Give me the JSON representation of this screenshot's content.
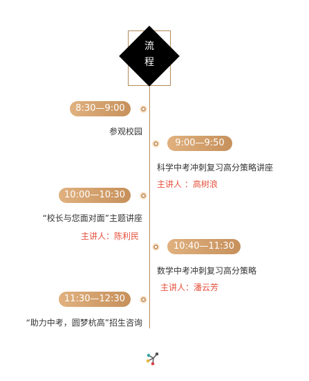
{
  "header": {
    "title_line1": "流",
    "title_line2": "程"
  },
  "schedule": [
    {
      "time": "8:30—9:00",
      "title": "参观校园",
      "speaker": ""
    },
    {
      "time": "9:00—9:50",
      "title": "科学中考冲刺复习高分策略讲座",
      "speaker": "主讲人 ：高树浪"
    },
    {
      "time": "10:00—10:30",
      "title": "“校长与您面对面”主题讲座",
      "speaker": "主讲人：陈利民"
    },
    {
      "time": "10:40—11:30",
      "title": "数学中考冲刺复习高分策略",
      "speaker": "主讲人：潘云芳"
    },
    {
      "time": "11:30—12:30",
      "title": "“助力中考，圆梦杭高”招生咨询",
      "speaker": ""
    }
  ],
  "colors": {
    "accent": "#c99a6b",
    "line": "#b58a5a",
    "speaker": "#e6503c",
    "diamond": "#000000"
  },
  "icons": {
    "footer": "colorful-logo-icon"
  }
}
